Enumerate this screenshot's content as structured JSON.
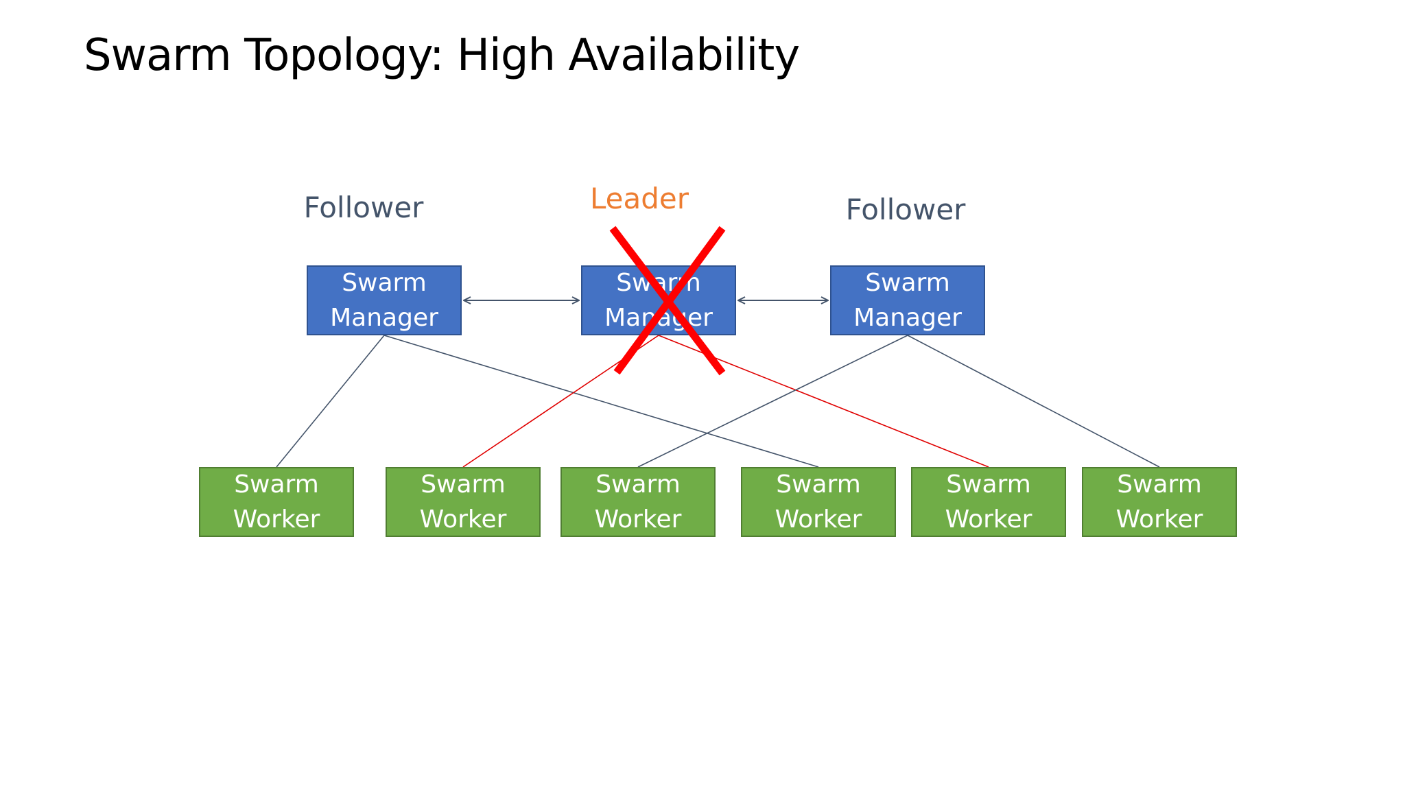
{
  "slide": {
    "title": "Swarm Topology: High Availability"
  },
  "roles": [
    {
      "label": "Follower",
      "color": "#44546a"
    },
    {
      "label": "Leader",
      "color": "#ed7d31"
    },
    {
      "label": "Follower",
      "color": "#44546a"
    }
  ],
  "managers": [
    {
      "line1": "Swarm",
      "line2": "Manager",
      "role": "follower",
      "failed": false
    },
    {
      "line1": "Swarm",
      "line2": "Manager",
      "role": "leader",
      "failed": true
    },
    {
      "line1": "Swarm",
      "line2": "Manager",
      "role": "follower",
      "failed": false
    }
  ],
  "workers": [
    {
      "line1": "Swarm",
      "line2": "Worker"
    },
    {
      "line1": "Swarm",
      "line2": "Worker"
    },
    {
      "line1": "Swarm",
      "line2": "Worker"
    },
    {
      "line1": "Swarm",
      "line2": "Worker"
    },
    {
      "line1": "Swarm",
      "line2": "Worker"
    },
    {
      "line1": "Swarm",
      "line2": "Worker"
    }
  ],
  "manager_links": [
    {
      "from": 0,
      "to": 1
    },
    {
      "from": 1,
      "to": 2
    }
  ],
  "worker_links": [
    {
      "manager": 0,
      "worker": 0,
      "highlight": false
    },
    {
      "manager": 0,
      "worker": 3,
      "highlight": false
    },
    {
      "manager": 1,
      "worker": 1,
      "highlight": true
    },
    {
      "manager": 1,
      "worker": 4,
      "highlight": true
    },
    {
      "manager": 2,
      "worker": 2,
      "highlight": false
    },
    {
      "manager": 2,
      "worker": 5,
      "highlight": false
    }
  ],
  "colors": {
    "manager_fill": "#4472c4",
    "worker_fill": "#70ad47",
    "link": "#44546a",
    "highlight_link": "#e00000",
    "failure_mark": "#ff0000"
  }
}
